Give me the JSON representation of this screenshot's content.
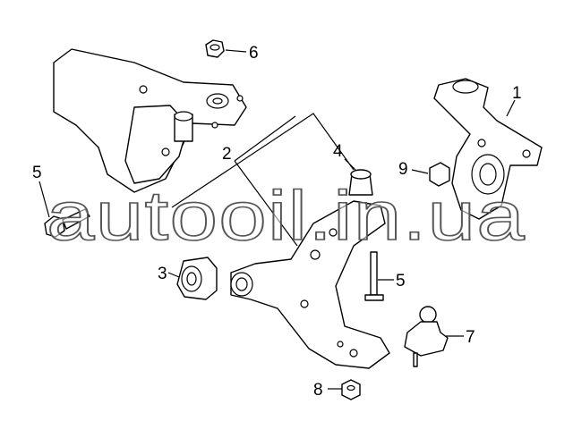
{
  "watermark": "autooil.in.ua",
  "callouts": {
    "knuckle": "1",
    "control_arm": "2",
    "bushing": "3",
    "mount": "4",
    "bolt_left": "5",
    "bolt_right": "5",
    "nut_top": "6",
    "ball_joint": "7",
    "nut_bottom": "8",
    "nut_knuckle": "9"
  }
}
